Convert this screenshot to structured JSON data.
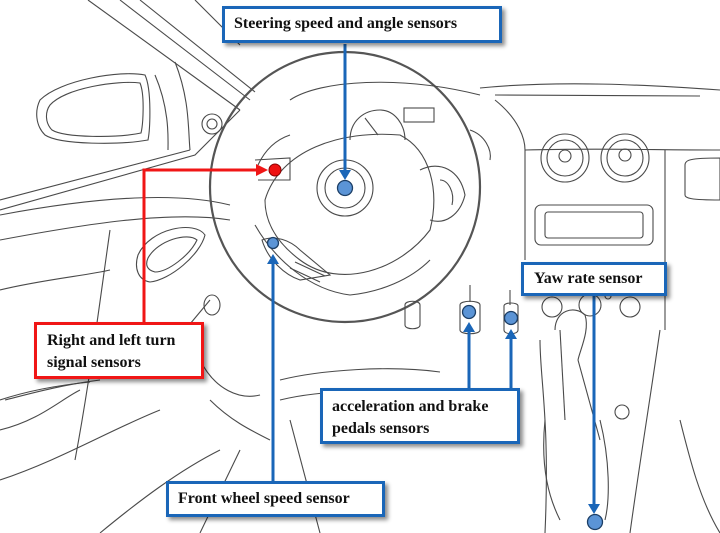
{
  "diagram": {
    "subject": "Car interior sensor locations",
    "colors": {
      "blue_callout": "#1a66b8",
      "red_callout": "#f01616",
      "blue_marker": "#5b94d6",
      "red_marker": "#ee1111",
      "line_art": "#4a4a4a"
    },
    "labels": {
      "steering": {
        "lines": [
          "Steering speed and angle sensors"
        ],
        "color": "blue"
      },
      "turn_signal": {
        "lines": [
          "Right and left turn",
          "signal sensors"
        ],
        "color": "red"
      },
      "pedals": {
        "lines": [
          "acceleration and brake",
          "pedals sensors"
        ],
        "color": "blue"
      },
      "front_wheel": {
        "lines": [
          "Front wheel speed sensor"
        ],
        "color": "blue"
      },
      "yaw": {
        "lines": [
          "Yaw rate sensor"
        ],
        "color": "blue"
      }
    },
    "markers": [
      {
        "id": "steering-sensor",
        "color": "blue",
        "label": "steering"
      },
      {
        "id": "turn-signal-sensor",
        "color": "red",
        "label": "turn_signal"
      },
      {
        "id": "front-wheel-sensor",
        "color": "blue",
        "label": "front_wheel"
      },
      {
        "id": "accelerator-pedal-sensor",
        "color": "blue",
        "label": "pedals"
      },
      {
        "id": "brake-pedal-sensor",
        "color": "blue",
        "label": "pedals"
      },
      {
        "id": "yaw-rate-sensor",
        "color": "blue",
        "label": "yaw"
      }
    ]
  }
}
